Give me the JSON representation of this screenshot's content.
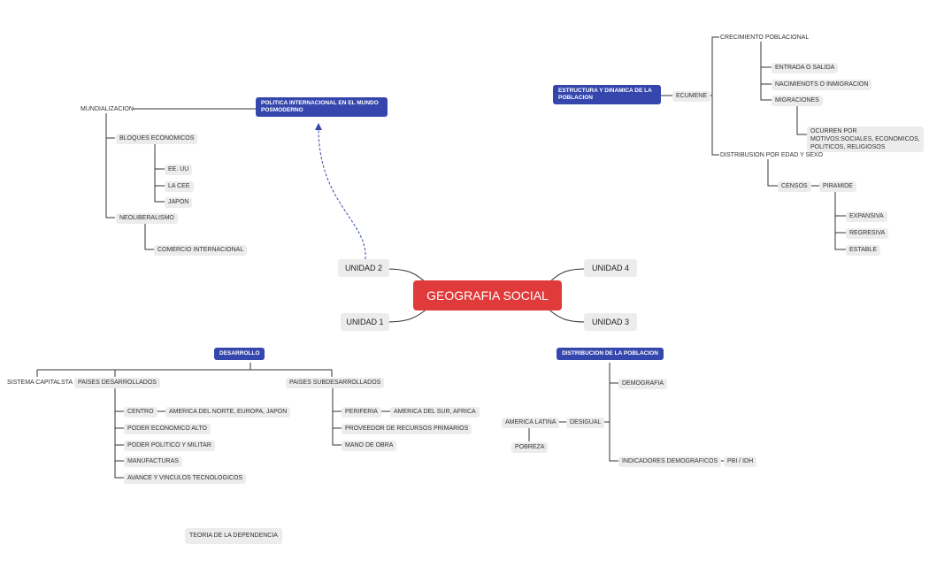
{
  "central": "GEOGRAFIA SOCIAL",
  "units": {
    "u1": "UNIDAD 1",
    "u2": "UNIDAD 2",
    "u3": "UNIDAD 3",
    "u4": "UNIDAD 4"
  },
  "colors": {
    "central": "#e13a3a",
    "header": "#3546ad",
    "node": "#ececec",
    "line": "#333333",
    "link": "#3546ad"
  },
  "unidad2": {
    "header": "POLITICA INTERNACIONAL EN EL MUNDO POSMODERNO",
    "mundializacion": "MUNDIALIZACION",
    "bloques": "BLOQUES ECONOMICOS",
    "eeuu": "EE. UU",
    "cee": "LA CEE",
    "japon": "JAPON",
    "neoliberalismo": "NEOLIBERALISMO",
    "comercio": "COMERCIO INTERNACIONAL"
  },
  "unidad4": {
    "header": "ESTRUCTURA Y DINAMICA DE LA POBLACION",
    "ecumene": "ECUMENE",
    "crecimiento": "CRECIMIENTO POBLACIONAL",
    "entrada": "ENTRADA O SALIDA",
    "nacimientos": "NACIMIENOTS O INMIGRACION",
    "migraciones": "MIGRACIONES",
    "motivos": "OCURREN POR MOTIVOS:SOCIALES, ECONOMICOS, POLITICOS, RELIGIOSOS",
    "distribucion": "DISTRIBUSION POR EDAD Y SEXO",
    "censos": "CENSOS",
    "piramide": "PIRAMIDE",
    "expansiva": "EXPANSIVA",
    "regresiva": "REGRESIVA",
    "estable": "ESTABLE"
  },
  "unidad1": {
    "header": "DESARROLLO",
    "sistema": "SISTEMA CAPITALSTA",
    "desarrollados": "PAISES DESARROLLADOS",
    "centro": "CENTRO",
    "america_norte": "AMERICA DEL NORTE, EUROPA, JAPON",
    "poder_economico": "PODER ECONOMICO ALTO",
    "poder_politico": "PODER POLITICO Y MILITAR",
    "manufacturas": "MANUFACTURAS",
    "avance": "AVANCE Y VINCULOS TECNOLOGICOS",
    "subdesarrollados": "PAISES SUBDESARROLLADOS",
    "periferia": "PERIFERIA",
    "america_sur": "AMERICA DEL SUR, AFRICA",
    "proveedor": "PROVEEDOR DE RECURSOS PRIMARIOS",
    "mano": "MANO DE OBRA",
    "teoria": "TEORIA DE LA DEPENDENCIA"
  },
  "unidad3": {
    "header": "DISTRIBUCION DE LA POBLACION",
    "demografia": "DEMOGRAFIA",
    "desigual": "DESIGUAL",
    "america_latina": "AMERICA LATINA",
    "pobreza": "POBREZA",
    "indicadores": "INDICADORES DEMOGRAFICOS",
    "pbi": "PBI / IDH"
  }
}
